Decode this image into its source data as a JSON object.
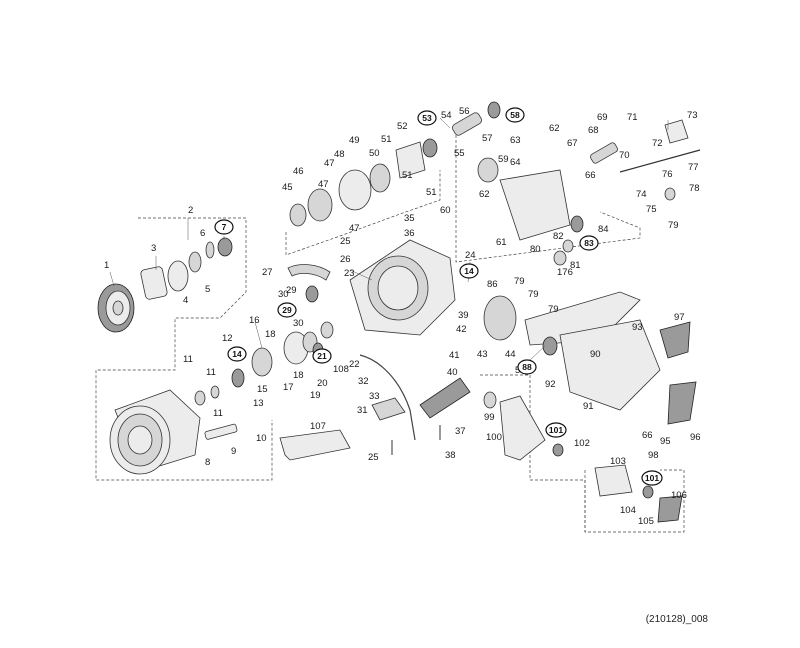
{
  "labels": [
    "1",
    "2",
    "3",
    "4",
    "5",
    "6",
    "8",
    "9",
    "10",
    "11",
    "11",
    "11",
    "12",
    "13",
    "15",
    "16",
    "17",
    "18",
    "18",
    "19",
    "20",
    "22",
    "23",
    "24",
    "25",
    "25",
    "26",
    "27",
    "29",
    "30",
    "30",
    "31",
    "32",
    "33",
    "35",
    "36",
    "37",
    "38",
    "39",
    "40",
    "41",
    "42",
    "43",
    "44",
    "45",
    "46",
    "47",
    "47",
    "47",
    "48",
    "49",
    "50",
    "51",
    "51",
    "51",
    "52",
    "54",
    "54",
    "55",
    "56",
    "57",
    "59",
    "60",
    "61",
    "62",
    "62",
    "63",
    "64",
    "66",
    "66",
    "67",
    "68",
    "69",
    "70",
    "71",
    "72",
    "73",
    "74",
    "75",
    "76",
    "77",
    "78",
    "79",
    "79",
    "79",
    "79",
    "80",
    "81",
    "82",
    "84",
    "86",
    "90",
    "91",
    "92",
    "93",
    "95",
    "96",
    "97",
    "98",
    "99",
    "100",
    "102",
    "103",
    "104",
    "105",
    "106",
    "107",
    "108",
    "176"
  ],
  "circled_labels": [
    "7",
    "14",
    "14",
    "14",
    "21",
    "29",
    "53",
    "58",
    "83",
    "88",
    "101",
    "101"
  ],
  "document_code": "(210128)_008"
}
